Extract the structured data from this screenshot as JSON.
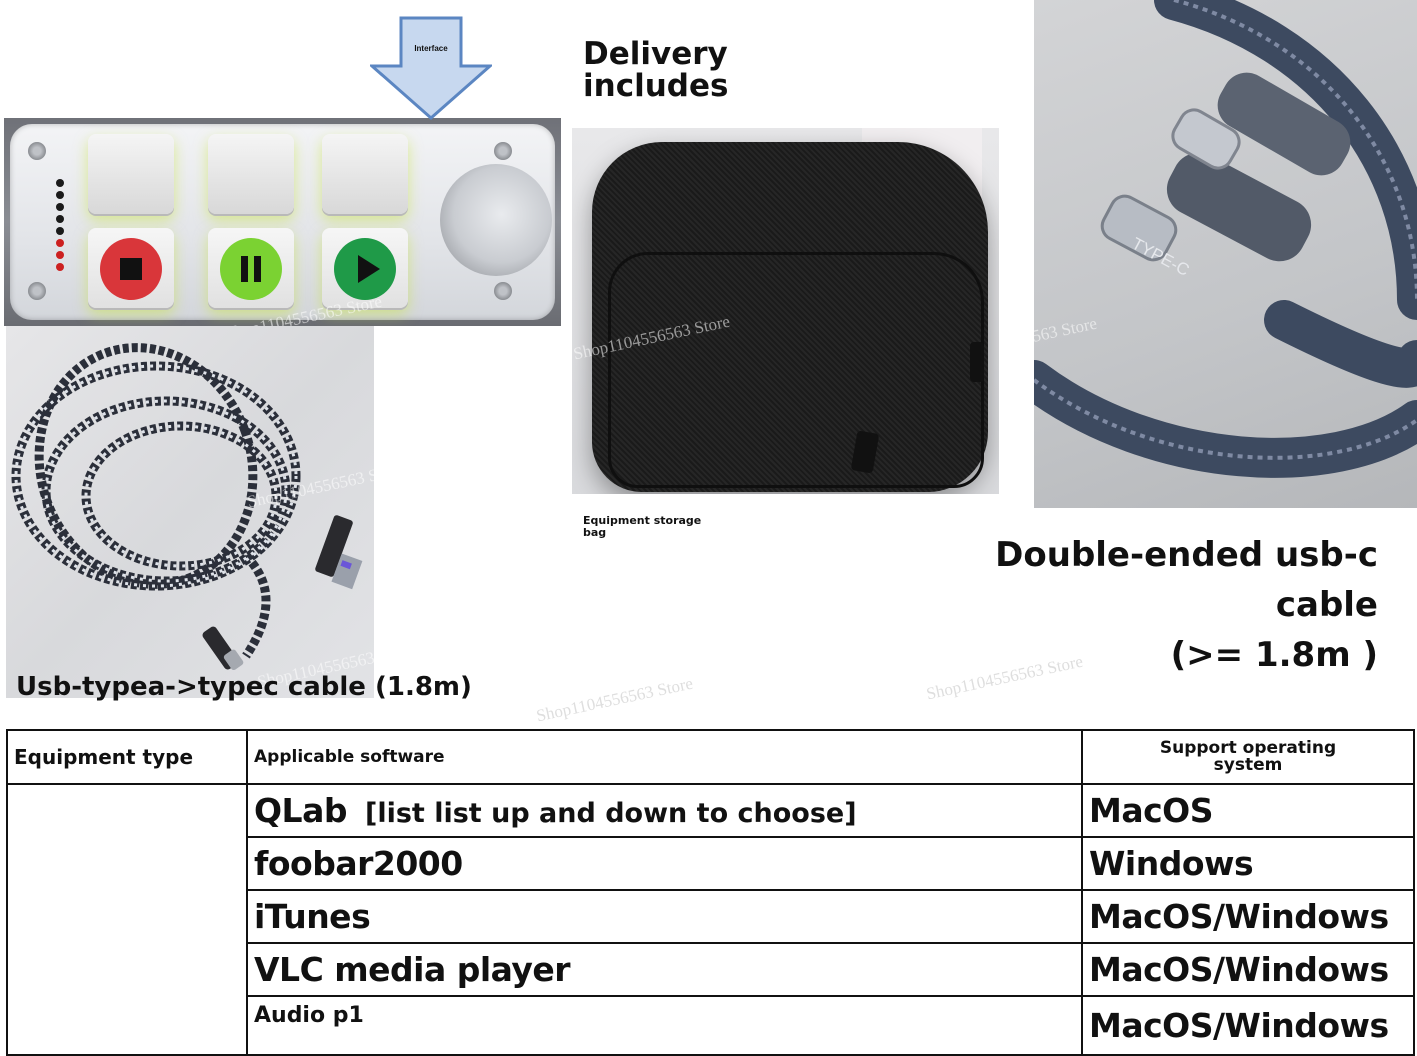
{
  "device": {
    "interface_label": "Interface"
  },
  "labels": {
    "delivery_line1": "Delivery",
    "delivery_line2": "includes",
    "bag_line1": "Equipment storage",
    "bag_line2": "bag",
    "usbc_line1": "Double-ended usb-c cable",
    "usbc_line2": "(>= 1.8m )",
    "typea": "Usb-typea->typec cable (1.8m)",
    "cable_print": "TYPE-C"
  },
  "watermarks": [
    "Shop1104556563 Store",
    "Shop1104556563 Store",
    "Shop1104556563 Store",
    "Shop1104556563 Store",
    "Shop1104556563 Store",
    "Shop1104556563 Store",
    "Shop1104556563 Store"
  ],
  "table": {
    "headers": [
      "Equipment type",
      "Applicable software",
      "Support operating system"
    ],
    "rows": [
      {
        "software": "QLab",
        "note": "[list list up and down to choose]",
        "os": "MacOS"
      },
      {
        "software": "foobar2000",
        "note": "",
        "os": "Windows"
      },
      {
        "software": "iTunes",
        "note": "",
        "os": "MacOS/Windows"
      },
      {
        "software": "VLC media player",
        "note": "",
        "os": "MacOS/Windows"
      },
      {
        "software": "Audio p1",
        "note": "",
        "os": "MacOS/Windows"
      }
    ]
  },
  "colors": {
    "stop_button": "#d9363a",
    "pause_button": "#7bd232",
    "play_button": "#1f9a48",
    "arrow_fill": "#c7d8ef",
    "arrow_stroke": "#5b86c2"
  }
}
